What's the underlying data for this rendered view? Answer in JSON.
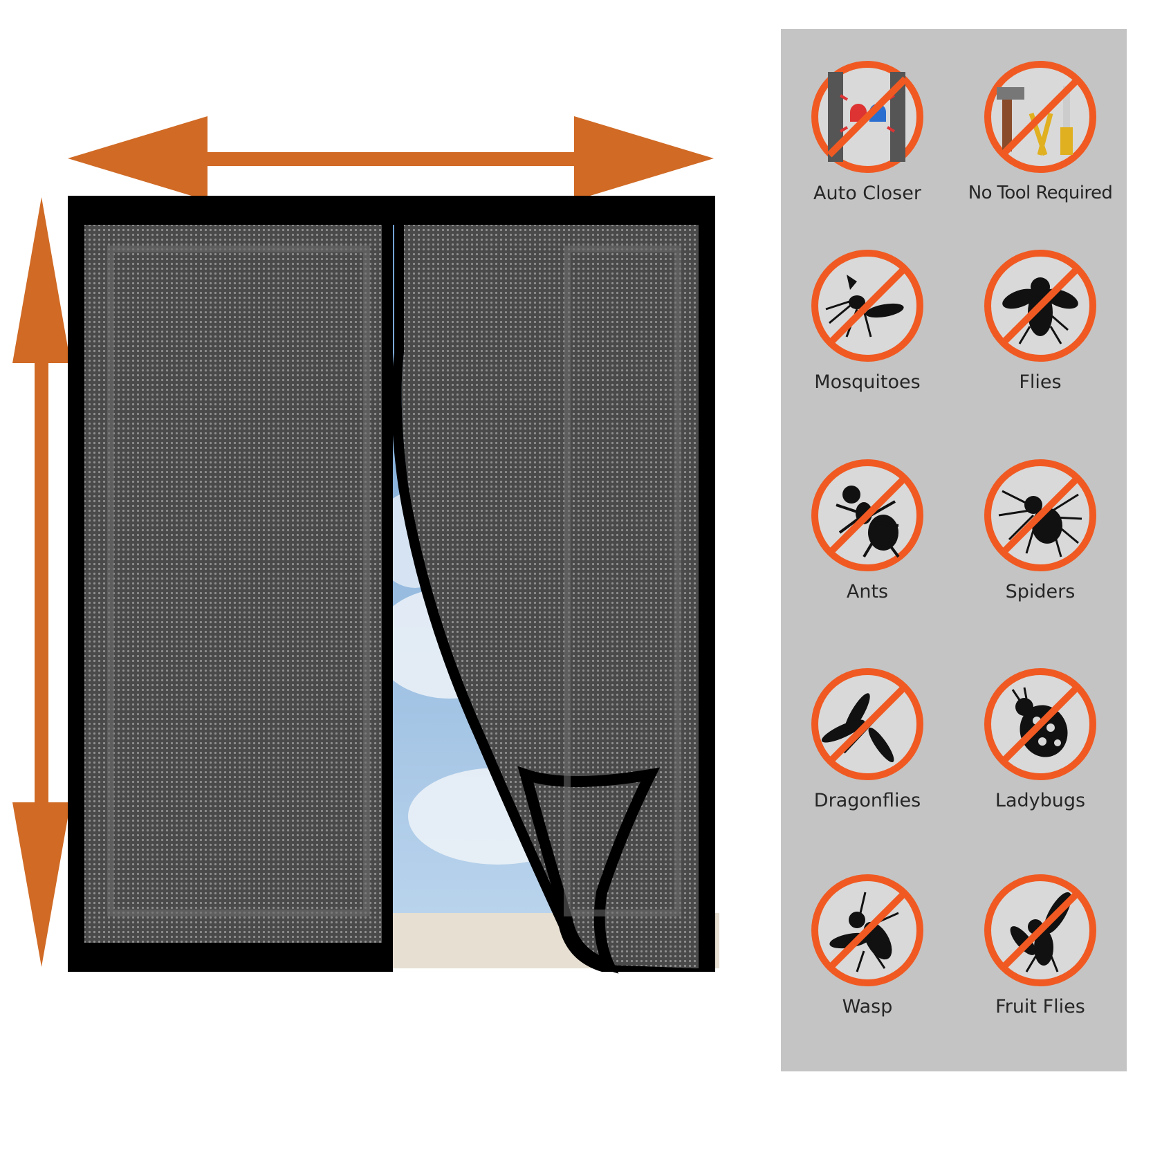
{
  "colors": {
    "arrow": "#d06a25",
    "frame": "#000000",
    "mesh": "#4a4a4a",
    "panel_bg": "#c4c4c4",
    "badge_ring": "#f05a22",
    "sky": "#8fb7dc"
  },
  "features": [
    {
      "label": "Auto Closer",
      "icon": "magnet-closer-icon"
    },
    {
      "label": "No Tool Required",
      "icon": "tools-icon"
    },
    {
      "label": "Mosquitoes",
      "icon": "mosquito-icon"
    },
    {
      "label": "Flies",
      "icon": "fly-icon"
    },
    {
      "label": "Ants",
      "icon": "ant-icon"
    },
    {
      "label": "Spiders",
      "icon": "spider-icon"
    },
    {
      "label": "Dragonflies",
      "icon": "dragonfly-icon"
    },
    {
      "label": "Ladybugs",
      "icon": "ladybug-icon"
    },
    {
      "label": "Wasp",
      "icon": "wasp-icon"
    },
    {
      "label": "Fruit Flies",
      "icon": "fruit-fly-icon"
    }
  ]
}
